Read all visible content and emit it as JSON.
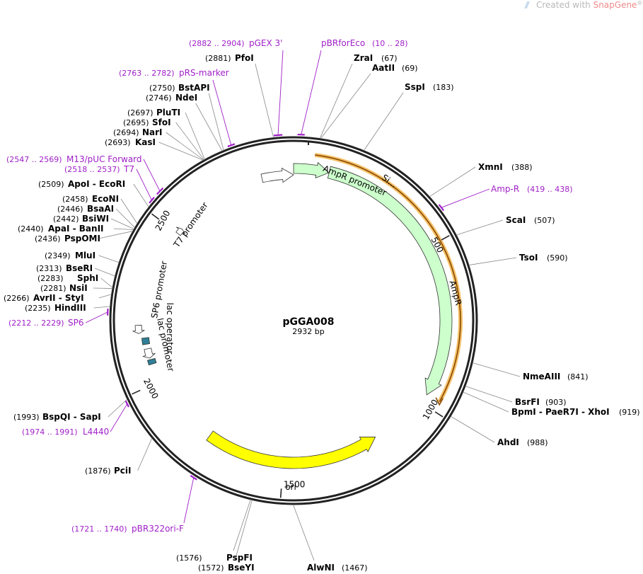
{
  "watermark": {
    "prefix": "Created with ",
    "brand": "SnapGene",
    "mark": "®"
  },
  "plasmid": {
    "name": "pGGA008",
    "size_label": "2932 bp",
    "length": 2932
  },
  "ticks": [
    {
      "bp": 500,
      "label": "500"
    },
    {
      "bp": 1000,
      "label": "1000"
    },
    {
      "bp": 1500,
      "label": "1500"
    },
    {
      "bp": 2000,
      "label": "2000"
    },
    {
      "bp": 2500,
      "label": "2500"
    }
  ],
  "features": [
    {
      "name": "AmpR promoter",
      "label": "AmpR promoter",
      "start": 2830,
      "end": 2932,
      "color": "#ffffff",
      "direction": "cw"
    },
    {
      "name": "signal",
      "label": "Si...",
      "start": 2932,
      "end": 110,
      "color": "#ccffcc",
      "direction": "cw"
    },
    {
      "name": "AmpR",
      "label": "AmpR",
      "start": 110,
      "end": 970,
      "color": "#ccffcc",
      "direction": "cw"
    },
    {
      "name": "ori",
      "label": "ori",
      "start": 1180,
      "end": 1760,
      "color": "#ffff00",
      "direction": "ccw"
    },
    {
      "name": "lac promoter",
      "label": "lac promoter",
      "start": 2080,
      "end": 2110,
      "color": "#ffffff",
      "direction": "ccw"
    },
    {
      "name": "lac operator",
      "label": "lac operator",
      "start": 2125,
      "end": 2145,
      "color": "#2f7f96",
      "direction": "none"
    },
    {
      "name": "SP6 promoter",
      "label": "SP6 promoter",
      "start": 2160,
      "end": 2185,
      "color": "#ffffff",
      "direction": "ccw"
    },
    {
      "name": "T7 promoter",
      "label": "T7 promoter",
      "start": 2500,
      "end": 2520,
      "color": "#ffffff",
      "direction": "cw"
    },
    {
      "name": "CAP site",
      "label": "",
      "start": 2060,
      "end": 2075,
      "color": "#2f7f96",
      "direction": "none"
    }
  ],
  "outer_orange": {
    "start": 60,
    "end": 970
  },
  "enzymes": [
    {
      "name": "ZraI",
      "pos": "(67)",
      "bp": 67
    },
    {
      "name": "AatII",
      "pos": "(69)",
      "bp": 69
    },
    {
      "name": "SspI",
      "pos": "(183)",
      "bp": 183
    },
    {
      "name": "XmnI",
      "pos": "(388)",
      "bp": 388
    },
    {
      "name": "ScaI",
      "pos": "(507)",
      "bp": 507
    },
    {
      "name": "TsoI",
      "pos": "(590)",
      "bp": 590
    },
    {
      "name": "NmeAIII",
      "pos": "(841)",
      "bp": 841
    },
    {
      "name": "BsrFI",
      "pos": "(903)",
      "bp": 903
    },
    {
      "name": "BpmI - PaeR7I - XhoI",
      "pos": "(919)",
      "bp": 919
    },
    {
      "name": "AhdI",
      "pos": "(988)",
      "bp": 988
    },
    {
      "name": "AlwNI",
      "pos": "(1467)",
      "bp": 1467
    },
    {
      "name": "BseYI",
      "pos": "(1572)",
      "bp": 1572
    },
    {
      "name": "PspFI",
      "pos": "(1576)",
      "bp": 1576
    },
    {
      "name": "PciI",
      "pos": "(1876)",
      "bp": 1876
    },
    {
      "name": "BspQI - SapI",
      "pos": "(1993)",
      "bp": 1993
    },
    {
      "name": "HindIII",
      "pos": "(2235)",
      "bp": 2235
    },
    {
      "name": "AvrII - StyI",
      "pos": "(2266)",
      "bp": 2266
    },
    {
      "name": "NsiI",
      "pos": "(2281)",
      "bp": 2281
    },
    {
      "name": "SphI",
      "pos": "(2283)",
      "bp": 2283
    },
    {
      "name": "BseRI",
      "pos": "(2313)",
      "bp": 2313
    },
    {
      "name": "MluI",
      "pos": "(2349)",
      "bp": 2349
    },
    {
      "name": "PspOMI",
      "pos": "(2436)",
      "bp": 2436
    },
    {
      "name": "ApaI - BanII",
      "pos": "(2440)",
      "bp": 2440
    },
    {
      "name": "BsiWI",
      "pos": "(2442)",
      "bp": 2442
    },
    {
      "name": "BsaAI",
      "pos": "(2446)",
      "bp": 2446
    },
    {
      "name": "EcoNI",
      "pos": "(2458)",
      "bp": 2458
    },
    {
      "name": "ApoI - EcoRI",
      "pos": "(2509)",
      "bp": 2509
    },
    {
      "name": "KasI",
      "pos": "(2693)",
      "bp": 2693
    },
    {
      "name": "NarI",
      "pos": "(2694)",
      "bp": 2694
    },
    {
      "name": "SfoI",
      "pos": "(2695)",
      "bp": 2695
    },
    {
      "name": "PluTI",
      "pos": "(2697)",
      "bp": 2697
    },
    {
      "name": "NdeI",
      "pos": "(2746)",
      "bp": 2746
    },
    {
      "name": "BstAPI",
      "pos": "(2750)",
      "bp": 2750
    },
    {
      "name": "PfoI",
      "pos": "(2881)",
      "bp": 2881
    }
  ],
  "primers": [
    {
      "name": "pBRforEco",
      "pos": "(10 .. 28)",
      "start": 10,
      "end": 28
    },
    {
      "name": "Amp-R",
      "pos": "(419 .. 438)",
      "start": 419,
      "end": 438
    },
    {
      "name": "pBR322ori-F",
      "pos": "(1721 .. 1740)",
      "start": 1721,
      "end": 1740
    },
    {
      "name": "L4440",
      "pos": "(1974 .. 1991)",
      "start": 1974,
      "end": 1991
    },
    {
      "name": "SP6",
      "pos": "(2212 .. 2229)",
      "start": 2212,
      "end": 2229
    },
    {
      "name": "T7",
      "pos": "(2518 .. 2537)",
      "start": 2518,
      "end": 2537
    },
    {
      "name": "M13/pUC Forward",
      "pos": "(2547 .. 2569)",
      "start": 2547,
      "end": 2569
    },
    {
      "name": "pRS-marker",
      "pos": "(2763 .. 2782)",
      "start": 2763,
      "end": 2782
    },
    {
      "name": "pGEX 3'",
      "pos": "(2882 .. 2904)",
      "start": 2882,
      "end": 2904
    }
  ]
}
